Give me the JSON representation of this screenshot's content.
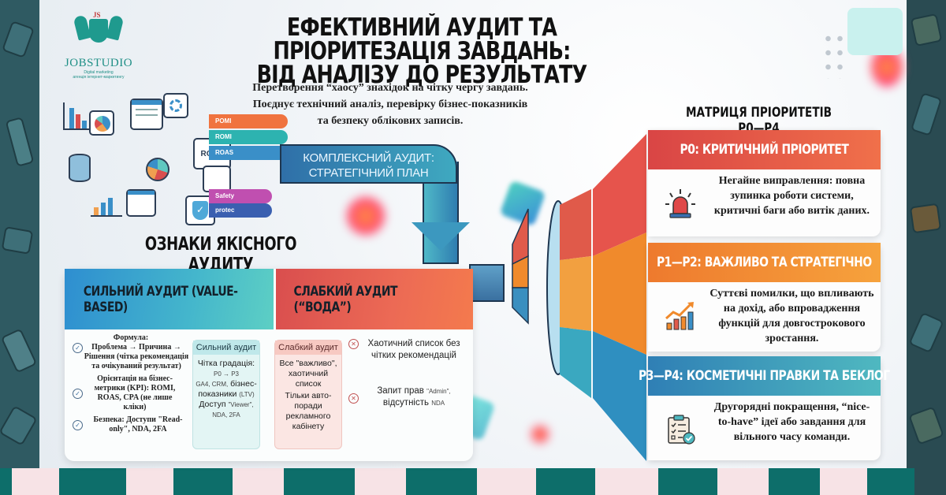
{
  "brand": {
    "name": "JOBSTUDIO",
    "tagline_1": "Digital marketing",
    "tagline_2": "агенція інтернет-маркетингу",
    "monogram": "JS"
  },
  "header": {
    "title_line_1": "ЕФЕКТИВНИЙ АУДИТ ТА ПРІОРИТЕЗАЦІЯ ЗАВДАНЬ:",
    "title_line_2": "ВІД АНАЛІЗУ ДО РЕЗУЛЬТАТУ",
    "subtitle_line_1": "Перетворення “хаосу” знахідок на чітку чергу завдань.",
    "subtitle_line_2": "Поєднує технічний аналіз, перевірку бізнес-показників",
    "subtitle_line_3": "та безпеку облікових записів."
  },
  "illustration": {
    "stream_labels": [
      "POMI",
      "ROMI",
      "ROAS",
      "Safety",
      "protec"
    ],
    "card_label": "ROAS",
    "stream_colors": [
      "#f0733f",
      "#2db3b0",
      "#3a8fc8",
      "#c04fb0",
      "#3a5fb0"
    ]
  },
  "pipe": {
    "line_1": "КОМПЛЕКСНИЙ АУДИТ:",
    "line_2": "СТРАТЕГІЧНИЙ ПЛАН"
  },
  "quality": {
    "title": "ОЗНАКИ ЯКІСНОГО АУДИТУ",
    "strong_header": "СИЛЬНИЙ АУДИТ (VALUE-BASED)",
    "weak_header": "СЛАБКИЙ АУДИТ (“ВОДА”)",
    "strong_items": [
      {
        "title": "Формула:",
        "text": "Проблема → Причина → Рішення (чітка рекомендація та очікуваний результат)"
      },
      {
        "text": "Орієнтація на бізнес-метрики (KPI): ROMI, ROAS, CPA (не лише кліки)"
      },
      {
        "text": "Безпека: Доступи \"Read-only\", NDA, 2FA"
      }
    ],
    "strong_table": {
      "header": "Сильний аудит",
      "row_1": "Чітка градація:",
      "row_1_small": "P0 → P3",
      "row_2_small": "GA4, CRM,",
      "row_2": "бізнес-показники",
      "row_2_tail": "(LTV)",
      "row_3": "Доступ",
      "row_3_small": "\"Viewer\", NDA, 2FA"
    },
    "weak_table": {
      "header": "Слабкий аудит",
      "row_1": "Все \"важливо\", хаотичний список",
      "row_2": "Тільки авто-поради рекламного кабінету"
    },
    "weak_items": [
      {
        "text": "Хаотичний список без чітких рекомендацій"
      },
      {
        "text": "Запит прав",
        "small": "\"Admin\",",
        "text_2": "відсутність",
        "small_2": "NDA"
      }
    ]
  },
  "matrix": {
    "title": "МАТРИЦЯ ПРІОРИТЕТІВ P0—P4",
    "cards": [
      {
        "header": "P0: КРИТИЧНИЙ ПРІОРИТЕТ",
        "text": "Негайне виправлення: повна зупинка роботи системи, критичні баги або витік даних.",
        "icon": "alarm-siren-icon",
        "color": "#dc4a48"
      },
      {
        "header": "P1—P2: ВАЖЛИВО ТА СТРАТЕГІЧНО",
        "text": "Суттєві помилки, що впливають на дохід, або впровадження функцій для довгострокового зростання.",
        "icon": "growth-chart-icon",
        "color": "#f08a2c"
      },
      {
        "header": "P3—P4: КОСМЕТИЧНІ ПРАВКИ ТА БЕКЛОГ",
        "text": "Другорядні покращення, “nice-to-have” ідеї або завдання для вільного часу команди.",
        "icon": "checklist-clipboard-icon",
        "color": "#2f7fb5"
      }
    ]
  },
  "palette": {
    "teal_dark": "#0d6e6a",
    "pink_light": "#f7e3e6",
    "red": "#dc4a48",
    "orange": "#f08a2c",
    "blue": "#2f7fb5"
  }
}
